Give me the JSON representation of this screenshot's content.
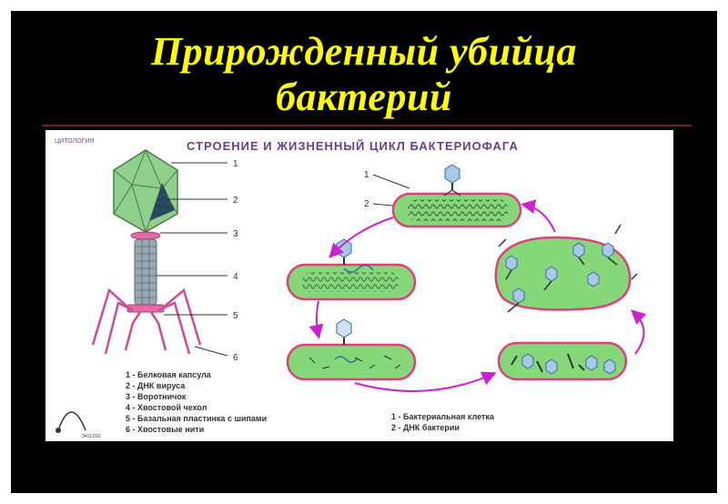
{
  "slide": {
    "title_line1": "Прирожденный убийца",
    "title_line2": "бактерий"
  },
  "poster": {
    "corner_label": "ЦИТОЛОГИЯ",
    "heading": "СТРОЕНИЕ И ЖИЗНЕННЫЙ ЦИКЛ БАКТЕРИОФАГА",
    "phage_numbers": [
      "1",
      "2",
      "3",
      "4",
      "5",
      "6"
    ],
    "phage_legend": [
      "1 - Белковая капсула",
      "2 - ДНК вируса",
      "3 - Воротничок",
      "4 - Хвостовой чехол",
      "5 - Базальная пластинка с шипами",
      "6 - Хвостовые нити"
    ],
    "cycle_numbers": [
      "1",
      "2"
    ],
    "cycle_legend": [
      "1 -  Бактериальная клетка",
      "2 - ДНК бактерии"
    ],
    "footer_code": "3411.010"
  },
  "colors": {
    "slide_bg": "#000000",
    "title": "#ffff00",
    "capsule": "#8fd18a",
    "cell": "#86d77a",
    "cell_border": "#e0407a",
    "arrow": "#cc22cc",
    "heading": "#6a3f8a"
  }
}
